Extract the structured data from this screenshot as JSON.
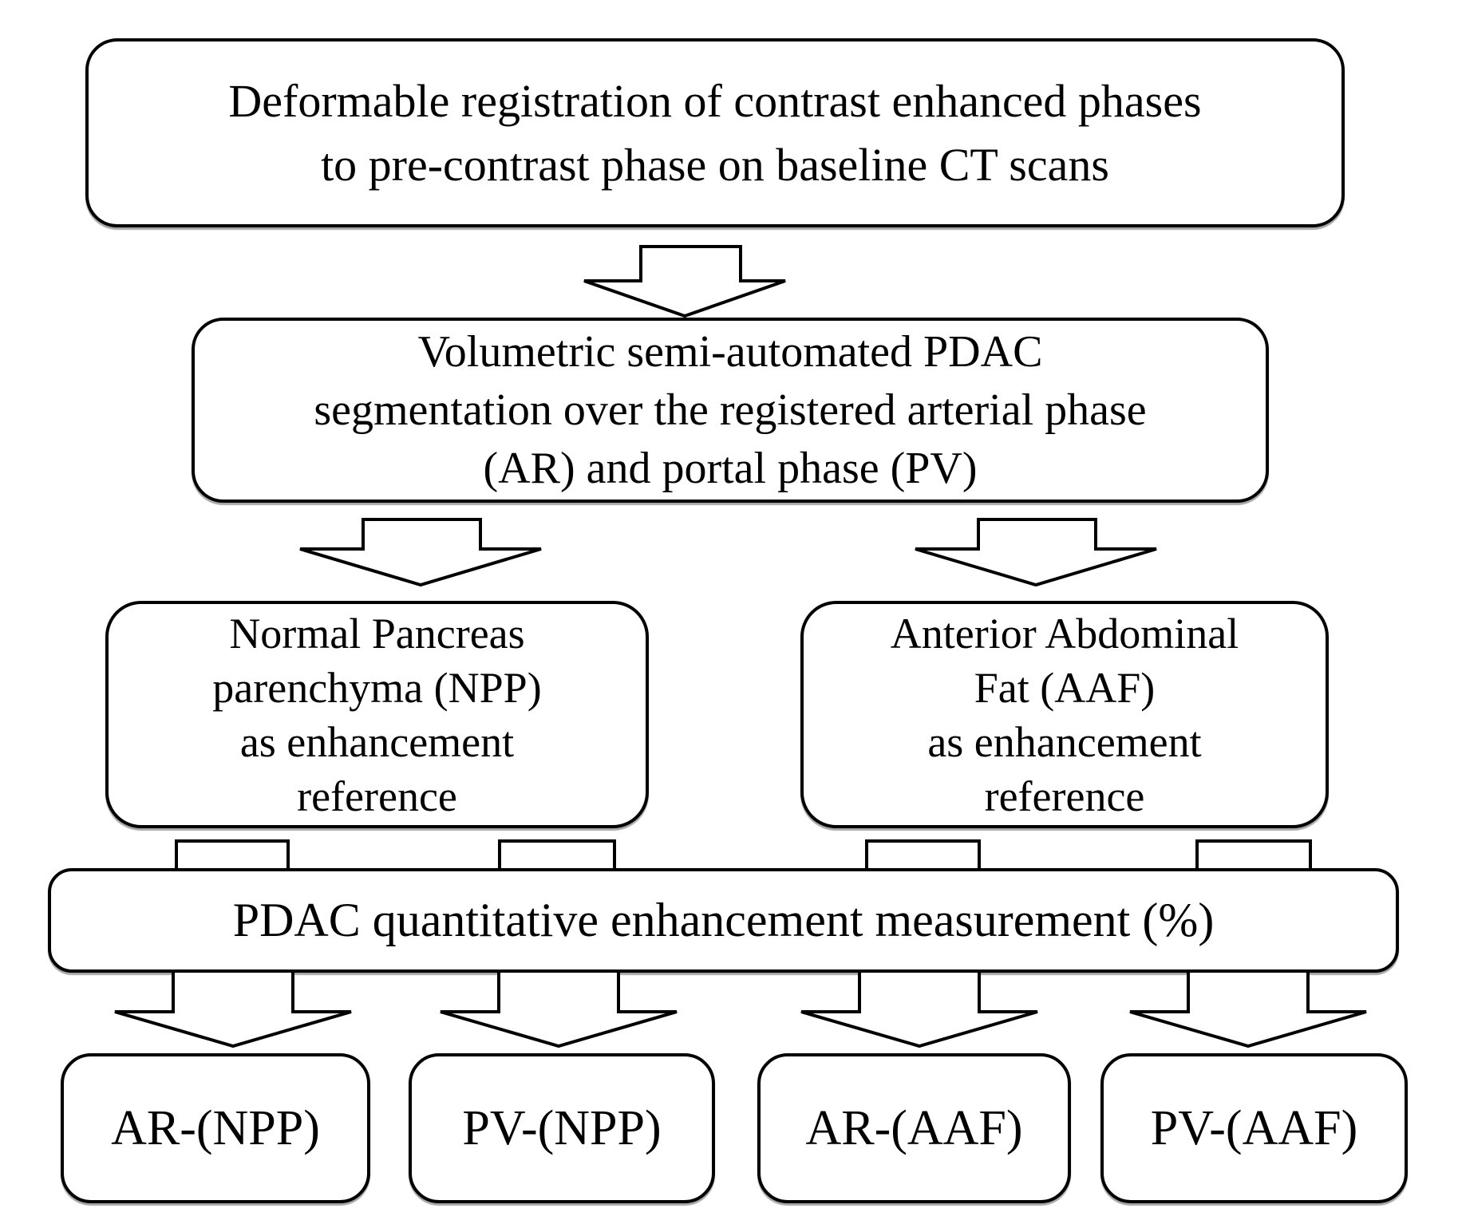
{
  "figure": {
    "type": "flowchart",
    "background_color": "#ffffff",
    "line_color": "#000000",
    "nodes": {
      "registration": {
        "label": "Deformable registration of contrast enhanced phases\nto pre-contrast phase on baseline CT scans"
      },
      "segmentation": {
        "label": "Volumetric semi-automated PDAC\nsegmentation over the registered arterial phase\n(AR) and portal phase (PV)"
      },
      "npp": {
        "label": "Normal Pancreas\nparenchyma (NPP)\nas enhancement\nreference"
      },
      "aaf": {
        "label": "Anterior Abdominal\nFat (AAF)\nas enhancement\nreference"
      },
      "measurement": {
        "label": "PDAC quantitative enhancement measurement (%)"
      },
      "ar_npp": {
        "label": "AR-(NPP)"
      },
      "pv_npp": {
        "label": "PV-(NPP)"
      },
      "ar_aaf": {
        "label": "AR-(AAF)"
      },
      "pv_aaf": {
        "label": "PV-(AAF)"
      }
    }
  }
}
